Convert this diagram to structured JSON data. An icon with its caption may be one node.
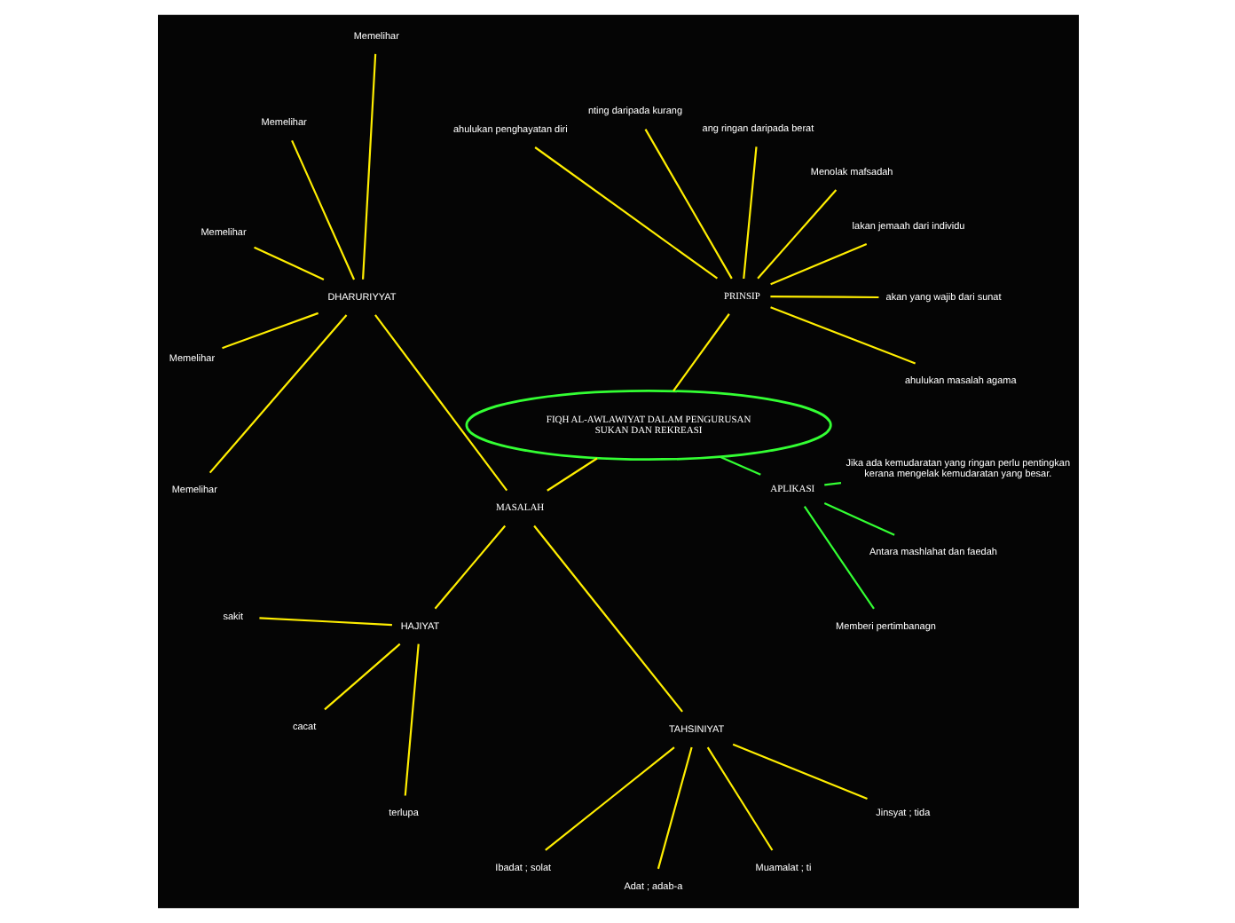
{
  "diagram": {
    "nodes": [
      {
        "text": [
          "FIQH AL-AWLAWIYAT DALAM PENGURUSAN SUKAN DAN REKREASI"
        ]
      },
      {
        "text": [
          "PRINSIP"
        ]
      },
      {
        "text": [
          "ahulukan masalah agama"
        ]
      },
      {
        "text": [
          "akan yang wajib dari sunat"
        ]
      },
      {
        "text": [
          "lakan jemaah dari individu"
        ]
      },
      {
        "text": [
          "Menolak mafsadah"
        ]
      },
      {
        "text": [
          "ang ringan daripada berat"
        ]
      },
      {
        "text": [
          "nting daripada kurang"
        ]
      },
      {
        "text": [
          "ahulukan penghayatan diri"
        ]
      },
      {
        "text": [
          "MASALAH"
        ]
      },
      {
        "text": [
          "DHARURIYYAT"
        ]
      },
      {
        "text": [
          "Memelihar"
        ]
      },
      {
        "text": [
          "Memelihar"
        ]
      },
      {
        "text": [
          "Memelihar"
        ]
      },
      {
        "text": [
          "Memelihar"
        ]
      },
      {
        "text": [
          "Memelihar"
        ]
      },
      {
        "text": [
          "HAJIYAT"
        ]
      },
      {
        "text": [
          "sakit"
        ]
      },
      {
        "text": [
          "cacat"
        ]
      },
      {
        "text": [
          "terlupa"
        ]
      },
      {
        "text": [
          "TAHSINIYAT"
        ]
      },
      {
        "text": [
          "Ibadat ; solat"
        ]
      },
      {
        "text": [
          "Adat ; adab-a"
        ]
      },
      {
        "text": [
          "Muamalat ; ti"
        ]
      },
      {
        "text": [
          "Jinsyat ; tida"
        ]
      },
      {
        "text": [
          "APLIKASI"
        ]
      },
      {
        "text": [
          "Memberi pertimbanagn"
        ]
      },
      {
        "text": [
          "Antara mashlahat dan faedah"
        ]
      },
      {
        "text": [
          "Jika ada kemudaratan yang ringan perlu pentingkan kerana mengelak kemudaratan yang besar."
        ]
      }
    ],
    "edges": [
      {
        "from": 0,
        "to": 1,
        "arrow": "none"
      },
      {
        "from": 1,
        "to": 2,
        "arrow": "none"
      },
      {
        "from": 1,
        "to": 3,
        "arrow": "none"
      },
      {
        "from": 1,
        "to": 4,
        "arrow": "none"
      },
      {
        "from": 1,
        "to": 5,
        "arrow": "none"
      },
      {
        "from": 1,
        "to": 6,
        "arrow": "none"
      },
      {
        "from": 1,
        "to": 7,
        "arrow": "none"
      },
      {
        "from": 1,
        "to": 8,
        "arrow": "none"
      },
      {
        "from": 0,
        "to": 9,
        "arrow": "none"
      },
      {
        "from": 9,
        "to": 10,
        "arrow": "none"
      },
      {
        "from": 10,
        "to": 11,
        "arrow": "none"
      },
      {
        "from": 10,
        "to": 12,
        "arrow": "none"
      },
      {
        "from": 10,
        "to": 13,
        "arrow": "none"
      },
      {
        "from": 10,
        "to": 14,
        "arrow": "none"
      },
      {
        "from": 10,
        "to": 15,
        "arrow": "none"
      },
      {
        "from": 9,
        "to": 16,
        "arrow": "none"
      },
      {
        "from": 16,
        "to": 17,
        "arrow": "none"
      },
      {
        "from": 16,
        "to": 18,
        "arrow": "none"
      },
      {
        "from": 16,
        "to": 19,
        "arrow": "none"
      },
      {
        "from": 9,
        "to": 20,
        "arrow": "none"
      },
      {
        "from": 20,
        "to": 21,
        "arrow": "none"
      },
      {
        "from": 20,
        "to": 22,
        "arrow": "none"
      },
      {
        "from": 20,
        "to": 23,
        "arrow": "none"
      },
      {
        "from": 20,
        "to": 24,
        "arrow": "none"
      },
      {
        "from": 0,
        "to": 25,
        "arrow": "none",
        "color": "#33ff33"
      },
      {
        "from": 25,
        "to": 26,
        "arrow": "none",
        "color": "#33ff33"
      },
      {
        "from": 25,
        "to": 27,
        "arrow": "none",
        "color": "#33ff33"
      },
      {
        "from": 25,
        "to": 28,
        "arrow": "none",
        "color": "#33ff33"
      }
    ]
  }
}
